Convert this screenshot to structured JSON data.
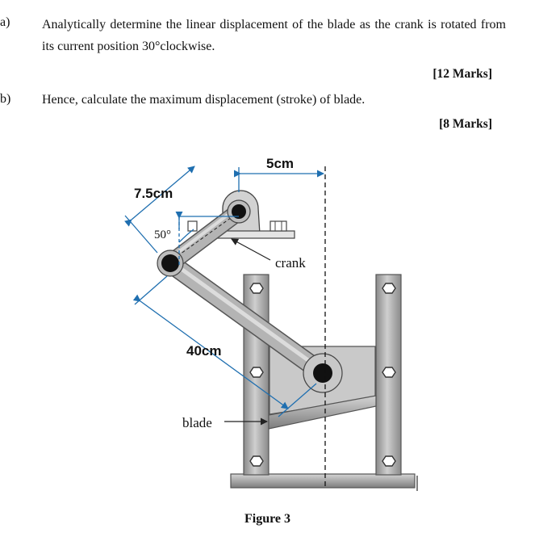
{
  "questions": [
    {
      "label": "a)",
      "text": "Analytically determine the linear displacement of the blade as the crank is rotated from its current position 30°clockwise.",
      "marks": "[12 Marks]"
    },
    {
      "label": "b)",
      "text": "Hence, calculate the maximum displacement (stroke) of blade.",
      "marks": "[8 Marks]"
    }
  ],
  "figure": {
    "labels": {
      "offset": "5cm",
      "crank_length": "7.5cm",
      "angle": "50°",
      "crank": "crank",
      "rod_length": "40cm",
      "blade": "blade"
    },
    "caption": "Figure 3"
  }
}
